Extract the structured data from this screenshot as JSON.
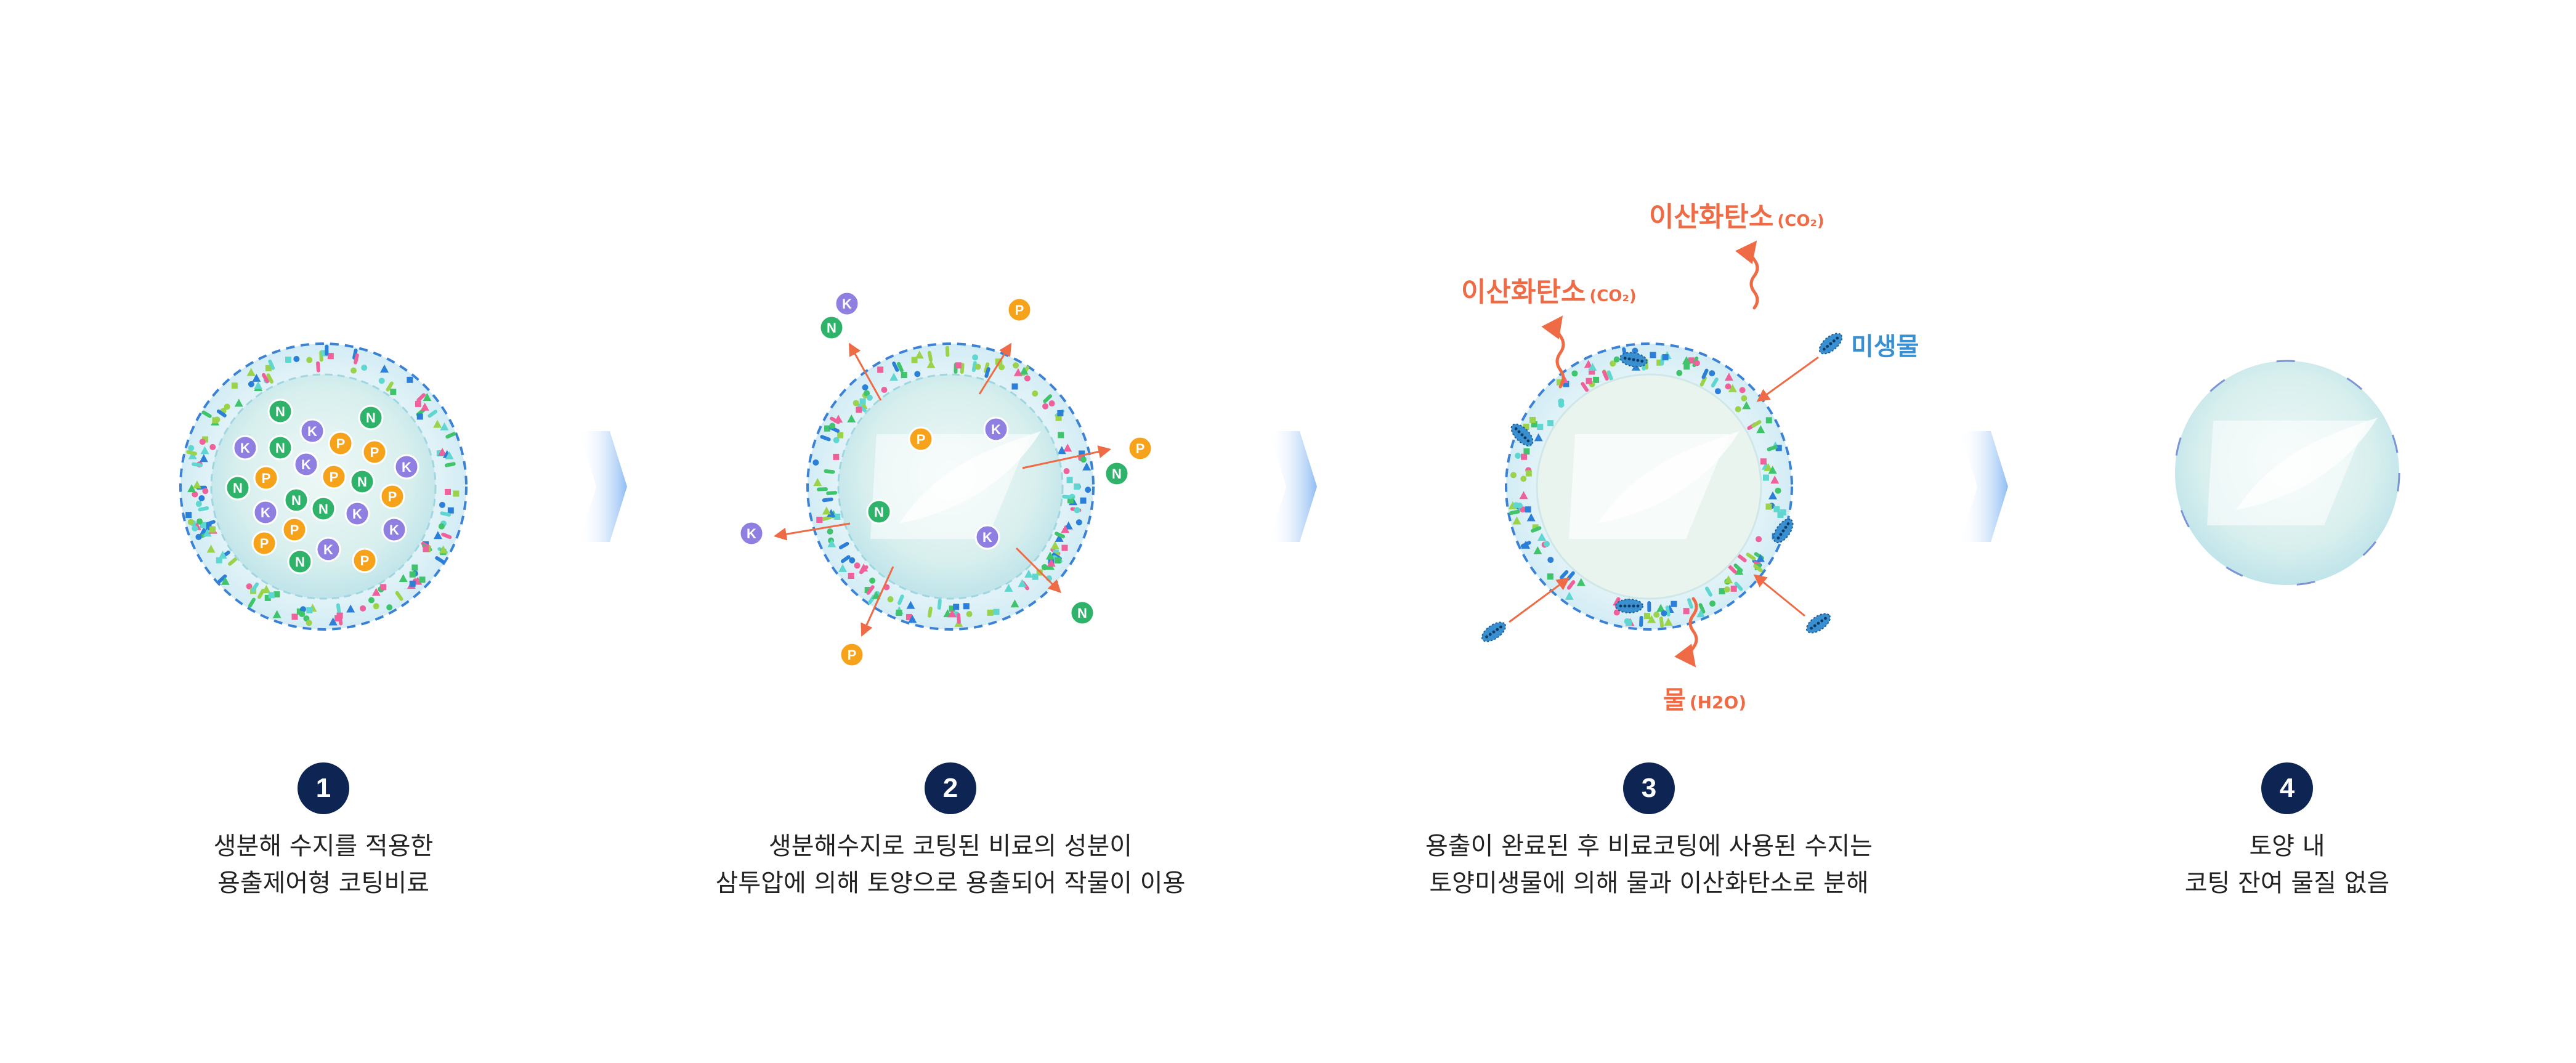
{
  "colors": {
    "navy": "#0e2553",
    "arrow_orange": "#ef6b45",
    "nitrogen_green": "#2fb36b",
    "potassium_purple": "#8f7fe0",
    "phosphorus_orange": "#f6a21a",
    "microbe_blue": "#3a8fd0",
    "core_mint": "#d6efee",
    "chevron_blue": "#9cc6f5"
  },
  "icons": {
    "step_arrow": "chevron-right-icon",
    "microbe": "microbe-icon",
    "release_arrow": "arrow-icon",
    "co2_wave": "wavy-arrow-icon",
    "logo": "leaf-logo-icon"
  },
  "nutrients": {
    "n": "N",
    "k": "K",
    "p": "P"
  },
  "annotations": {
    "co2_main": "이산화탄소",
    "co2_formula": "(CO₂)",
    "microbe": "미생물",
    "water_main": "물",
    "water_formula": "(H2O)"
  },
  "steps": [
    {
      "number": "1",
      "line1": "생분해 수지를 적용한",
      "line2": "용출제어형 코팅비료"
    },
    {
      "number": "2",
      "line1": "생분해수지로 코팅된 비료의 성분이",
      "line2": "삼투압에 의해 토양으로 용출되어 작물이 이용"
    },
    {
      "number": "3",
      "line1": "용출이 완료된 후 비료코팅에 사용된 수지는",
      "line2": "토양미생물에 의해 물과 이산화탄소로 분해"
    },
    {
      "number": "4",
      "line1": "토양 내",
      "line2": "코팅 잔여 물질 없음"
    }
  ]
}
